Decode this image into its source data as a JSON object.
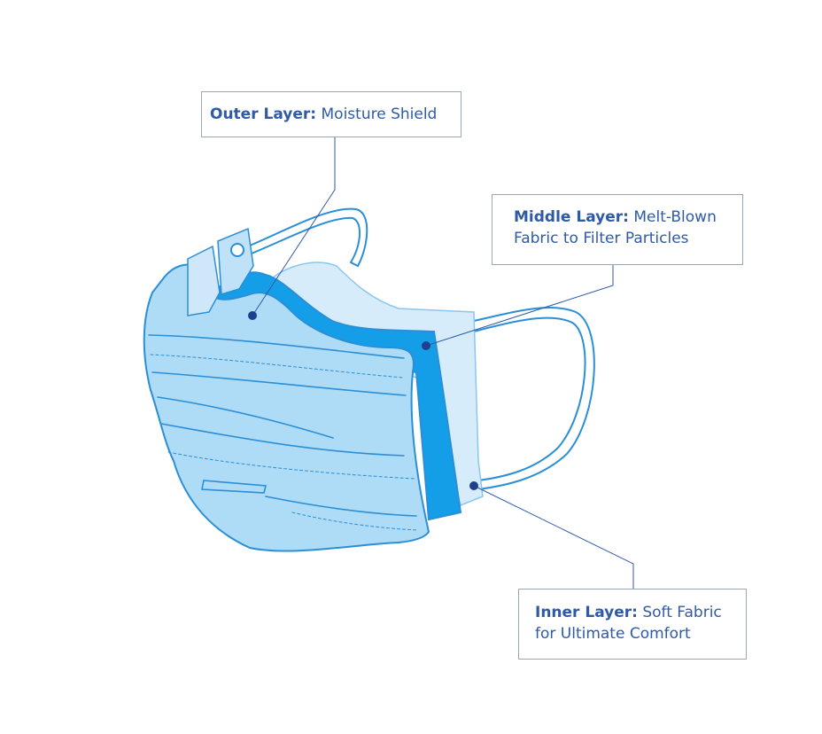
{
  "callouts": {
    "outer": {
      "head": "Outer Layer:",
      "body": "Moisture Shield"
    },
    "middle": {
      "head": "Middle Layer:",
      "body_line1": "Melt-Blown",
      "body_line2": "Fabric to Filter Particles"
    },
    "inner": {
      "head": "Inner Layer:",
      "body_line1": "Soft Fabric",
      "body_line2": "for Ultimate Comfort"
    }
  },
  "colors": {
    "text": "#2f5aa6",
    "outline": "#2a8fd6",
    "outer_layer": "#aedbf6",
    "middle_layer": "#159ee8",
    "inner_layer": "#d6ecfa",
    "leader_line": "#2f5aa6",
    "box_border": "#9aa6b6"
  }
}
